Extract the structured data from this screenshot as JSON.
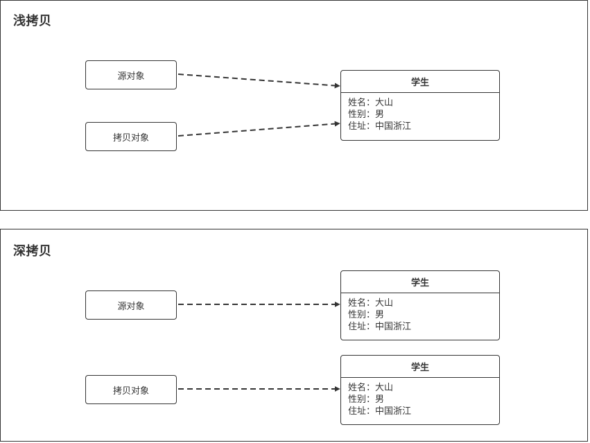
{
  "shallow": {
    "title": "浅拷贝",
    "source_label": "源对象",
    "copy_label": "拷贝对象",
    "student": {
      "title": "学生",
      "attrs": [
        "姓名：大山",
        "性别：男",
        "住址：中国浙江"
      ]
    }
  },
  "deep": {
    "title": "深拷贝",
    "source_label": "源对象",
    "copy_label": "拷贝对象",
    "students": [
      {
        "title": "学生",
        "attrs": [
          "姓名：大山",
          "性别：男",
          "住址：中国浙江"
        ]
      },
      {
        "title": "学生",
        "attrs": [
          "姓名：大山",
          "性别：男",
          "住址：中国浙江"
        ]
      }
    ]
  },
  "colors": {
    "stroke": "#333333",
    "background": "#ffffff"
  }
}
